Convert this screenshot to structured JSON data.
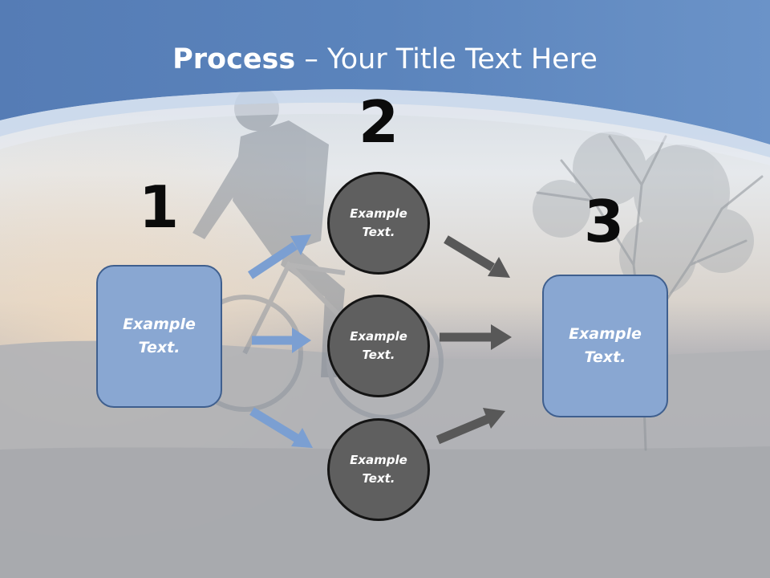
{
  "title": {
    "bold": "Process",
    "rest": " – Your Title Text Here"
  },
  "steps": [
    {
      "number": "1",
      "label": "Example Text."
    },
    {
      "number": "2",
      "labels": [
        "Example Text.",
        "Example Text.",
        "Example Text."
      ]
    },
    {
      "number": "3",
      "label": "Example Text."
    }
  ],
  "colors": {
    "header_blue": "#5d85bd",
    "box_fill": "#89a7d2",
    "box_border": "#3f5f8e",
    "circle_fill": "#5f5f5f",
    "blue_arrow": "#7b9fd2",
    "dark_arrow": "#585858"
  }
}
